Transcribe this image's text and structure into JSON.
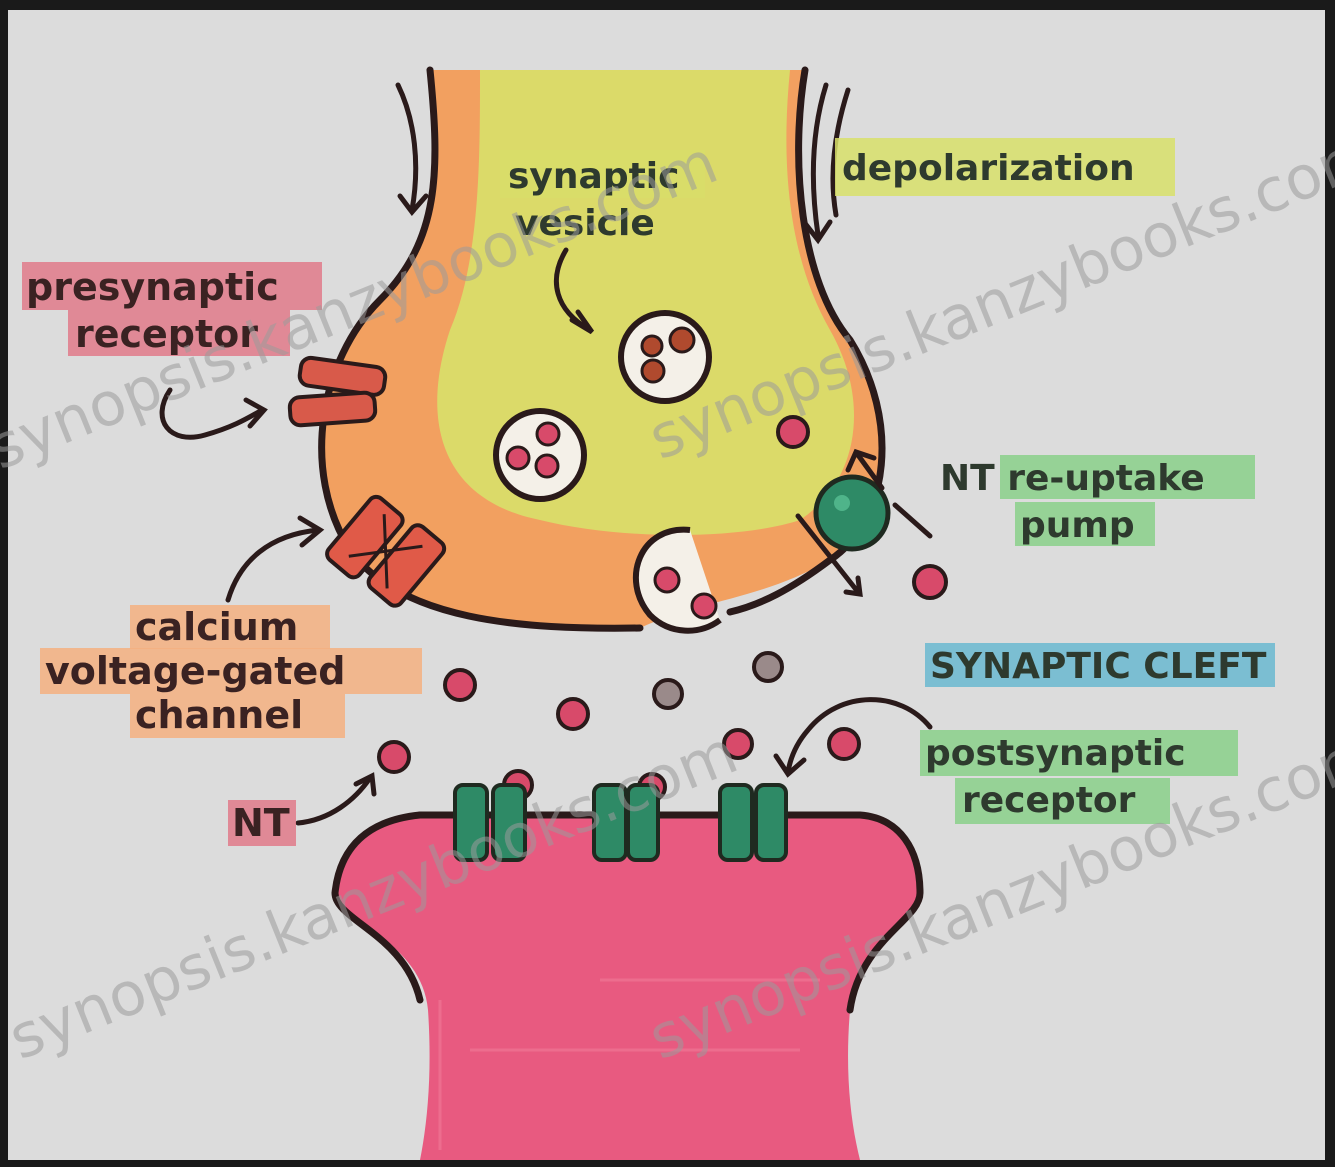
{
  "diagram": {
    "labels": {
      "synaptic_vesicle_1": "synaptic",
      "synaptic_vesicle_2": "vesicle",
      "depolarization": "depolarization",
      "presynaptic_receptor_1": "presynaptic",
      "presynaptic_receptor_2": "receptor",
      "nt_reuptake_pump_1": "NT re-uptake",
      "nt_reuptake_pump_2": "pump",
      "calcium_channel_1": "calcium",
      "calcium_channel_2": "voltage-gated",
      "calcium_channel_3": "channel",
      "synaptic_cleft": "SYNAPTIC CLEFT",
      "postsynaptic_receptor_1": "postsynaptic",
      "postsynaptic_receptor_2": "receptor",
      "nt": "NT"
    },
    "watermark": "synopsis.kanzybooks.com",
    "colors": {
      "background": "#dcdcdc",
      "presynaptic_terminal": "#f2a060",
      "presynaptic_inner": "#d8e06a",
      "postsynaptic_terminal": "#e85a80",
      "neurotransmitter": "#d84a6a",
      "receptor": "#2e8a66",
      "outline": "#2a1a1a"
    }
  }
}
